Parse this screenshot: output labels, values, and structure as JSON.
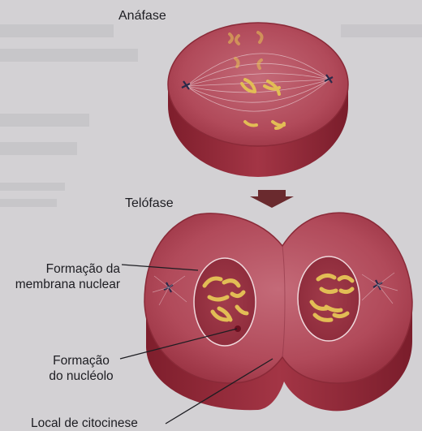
{
  "stages": {
    "anaphase": {
      "title": "Anáfase"
    },
    "telophase": {
      "title": "Telófase"
    }
  },
  "labels": {
    "nuclear_membrane_line1": "Formação da",
    "nuclear_membrane_line2": "membrana nuclear",
    "nucleolus_line1": "Formação",
    "nucleolus_line2": "do nucléolo",
    "cytokinesis": "Local de citocinese"
  },
  "colors": {
    "background": "#d3d1d4",
    "cell_face": "#b34a58",
    "cell_side": "#8e2434",
    "nucleus": "#9b3242",
    "chromosome": "#e2bd55",
    "arrow": "#6a2a2e"
  }
}
